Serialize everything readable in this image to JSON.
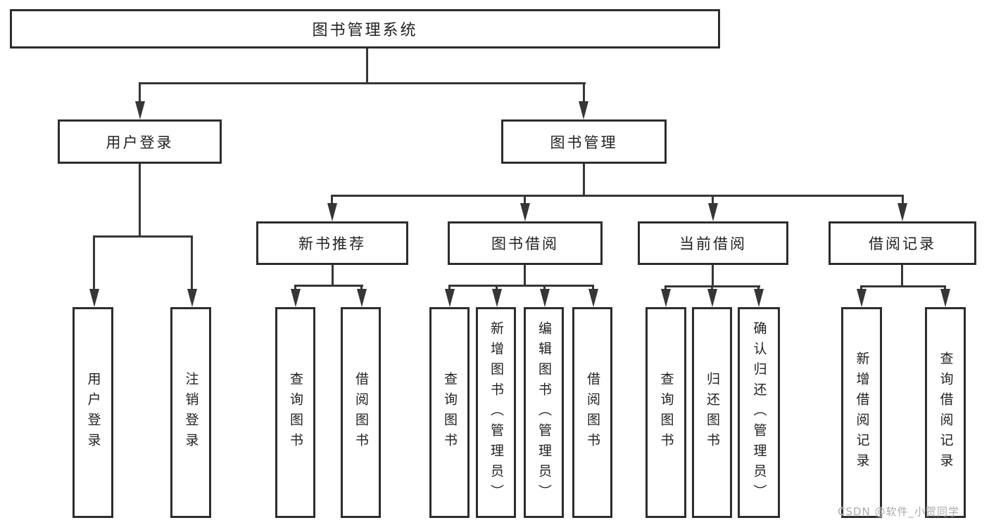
{
  "diagram": {
    "root": "图书管理系统",
    "level2": {
      "user_login": "用户登录",
      "book_management": "图书管理"
    },
    "level3": {
      "new_book_recommend": "新书推荐",
      "book_borrow": "图书借阅",
      "current_borrow": "当前借阅",
      "borrow_records": "借阅记录"
    },
    "user_login_children": [
      "用户登录",
      "注销登录"
    ],
    "recommend_children": [
      "查询图书",
      "借阅图书"
    ],
    "borrow_children": [
      "查询图书",
      "新增图书（管理员）",
      "编辑图书（管理员）",
      "借阅图书"
    ],
    "current_children": [
      "查询图书",
      "归还图书",
      "确认归还（管理员）"
    ],
    "records_children": [
      "新增借阅记录",
      "查询借阅记录"
    ]
  },
  "watermark": "CSDN @软件_小贺同学",
  "colors": {
    "line": "#363636",
    "box_border": "#2d2d2d",
    "text": "#222222",
    "watermark": "#ababab",
    "background": "#ffffff"
  }
}
